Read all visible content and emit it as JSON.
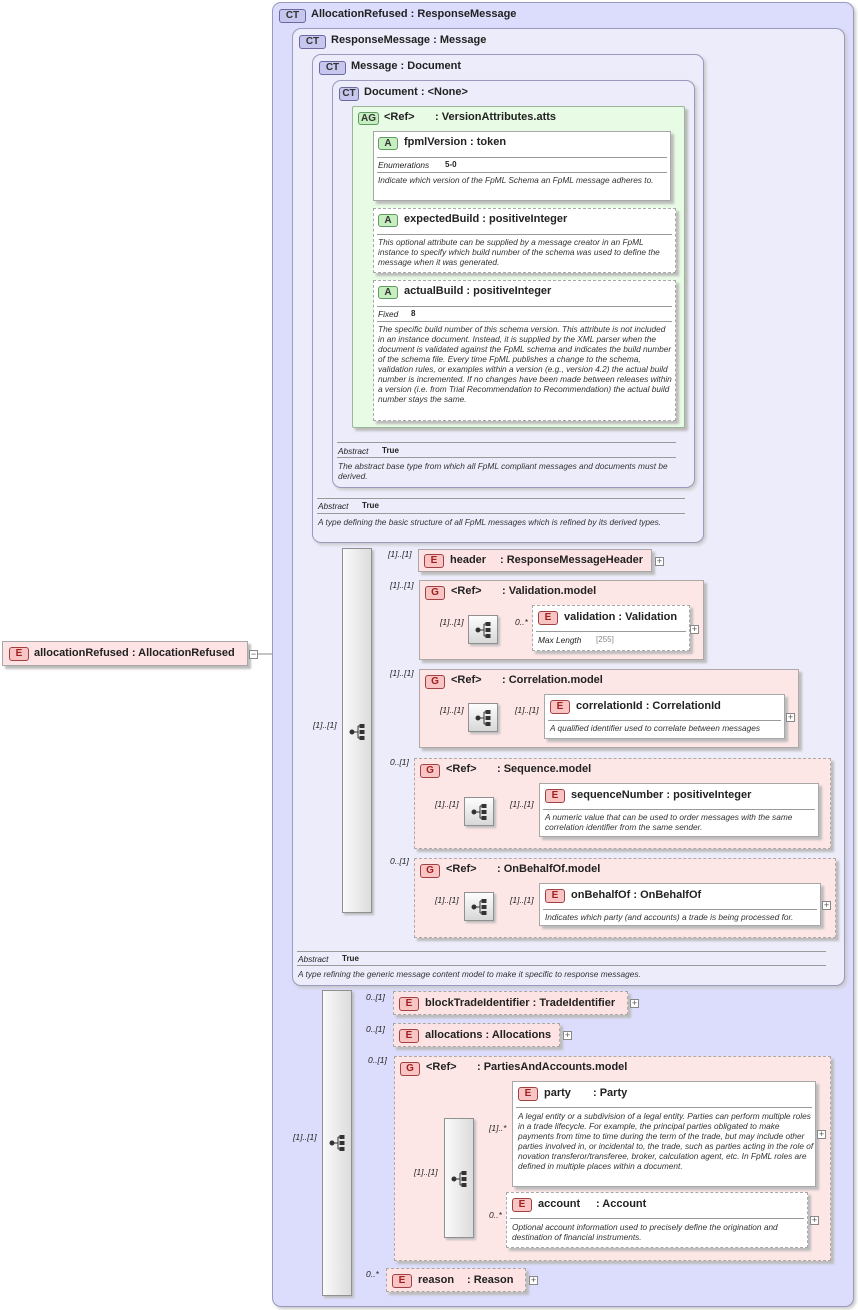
{
  "badges": {
    "complex_type": "CT",
    "attribute_group": "AG",
    "attribute": "A",
    "element": "E",
    "group": "G"
  },
  "root": {
    "name": "allocationRefused",
    "type": "AllocationRefused"
  },
  "allocation_refused": {
    "name": "AllocationRefused",
    "base": "ResponseMessage"
  },
  "response_message": {
    "name": "ResponseMessage",
    "base": "Message",
    "abstract_label": "Abstract",
    "abstract_value": "True",
    "doc": "A type refining the generic message content model to make it specific to response messages."
  },
  "message": {
    "name": "Message",
    "base": "Document",
    "abstract_label": "Abstract",
    "abstract_value": "True",
    "doc": "A type defining the basic structure of all FpML messages which is refined by its derived types."
  },
  "document": {
    "name": "Document",
    "base": "<None>",
    "abstract_label": "Abstract",
    "abstract_value": "True",
    "doc": "The abstract base type from which all FpML compliant messages and documents must be derived."
  },
  "version_attrs": {
    "ref": "<Ref>",
    "name": ": VersionAttributes.atts"
  },
  "fpml_version": {
    "name": "fpmlVersion",
    "type": "token",
    "enum_label": "Enumerations",
    "enum_value": "5-0",
    "doc": "Indicate which version of the FpML Schema an FpML message adheres to."
  },
  "expected_build": {
    "name": "expectedBuild",
    "type": "positiveInteger",
    "doc": "This optional attribute can be supplied by a message creator in an FpML instance to specify which build number of the schema was used to define the message when it was generated."
  },
  "actual_build": {
    "name": "actualBuild",
    "type": "positiveInteger",
    "fixed_label": "Fixed",
    "fixed_value": "8",
    "doc": "The specific build number of this schema version. This attribute is not included in an instance document. Instead, it is supplied by the XML parser when the document is validated against the FpML schema and indicates the build number of the schema file. Every time FpML publishes a change to the schema, validation rules, or examples within a version (e.g., version 4.2) the actual build number is incremented. If no changes have been made between releases within a version (i.e. from Trial Recommendation to Recommendation) the actual build number stays the same."
  },
  "header": {
    "name": "header",
    "type": "ResponseMessageHeader",
    "card": "[1]..[1]"
  },
  "validation_model": {
    "ref": "<Ref>",
    "name": ": Validation.model",
    "card": "[1]..[1]",
    "seq_card": "[1]..[1]",
    "el_card": "0..*",
    "el_name": "validation",
    "el_type": "Validation",
    "maxlen_label": "Max Length",
    "maxlen_value": "[255]"
  },
  "correlation_model": {
    "ref": "<Ref>",
    "name": ": Correlation.model",
    "card": "[1]..[1]",
    "seq_card": "[1]..[1]",
    "el_card": "[1]..[1]",
    "el_name": "correlationId",
    "el_type": "CorrelationId",
    "doc": "A qualified identifier used to correlate between messages"
  },
  "sequence_model": {
    "ref": "<Ref>",
    "name": ": Sequence.model",
    "card": "0..[1]",
    "seq_card": "[1]..[1]",
    "el_card": "[1]..[1]",
    "el_name": "sequenceNumber",
    "el_type": "positiveInteger",
    "doc": "A numeric value that can be used to order messages with the same correlation identifier from the same sender."
  },
  "on_behalf_model": {
    "ref": "<Ref>",
    "name": ": OnBehalfOf.model",
    "card": "0..[1]",
    "seq_card": "[1]..[1]",
    "el_card": "[1]..[1]",
    "el_name": "onBehalfOf",
    "el_type": "OnBehalfOf",
    "doc": "Indicates which party (and accounts) a trade is being processed for."
  },
  "rm_seq_card": "[1]..[1]",
  "ar_seq_card": "[1]..[1]",
  "block_trade": {
    "name": "blockTradeIdentifier",
    "type": "TradeIdentifier",
    "card": "0..[1]"
  },
  "allocations": {
    "name": "allocations",
    "type": "Allocations",
    "card": "0..[1]"
  },
  "parties_model": {
    "ref": "<Ref>",
    "name": ": PartiesAndAccounts.model",
    "card": "0..[1]",
    "seq_card": "[1]..[1]"
  },
  "party": {
    "name": "party",
    "type": ": Party",
    "card": "[1]..*",
    "doc": "A legal entity or a subdivision of a legal entity. Parties can perform multiple roles in a trade lifecycle. For example, the principal parties obligated to make payments from time to time during the term of the trade, but may include other parties involved in, or incidental to, the trade, such as parties acting in the role of novation transferor/transferee, broker, calculation agent, etc. In FpML roles are defined in multiple places within a document."
  },
  "account": {
    "name": "account",
    "type": ": Account",
    "card": "0..*",
    "doc": "Optional account information used to precisely define the origination and destination of financial instruments."
  },
  "reason": {
    "name": "reason",
    "type": ": Reason",
    "card": "0..*"
  },
  "colon": ":"
}
